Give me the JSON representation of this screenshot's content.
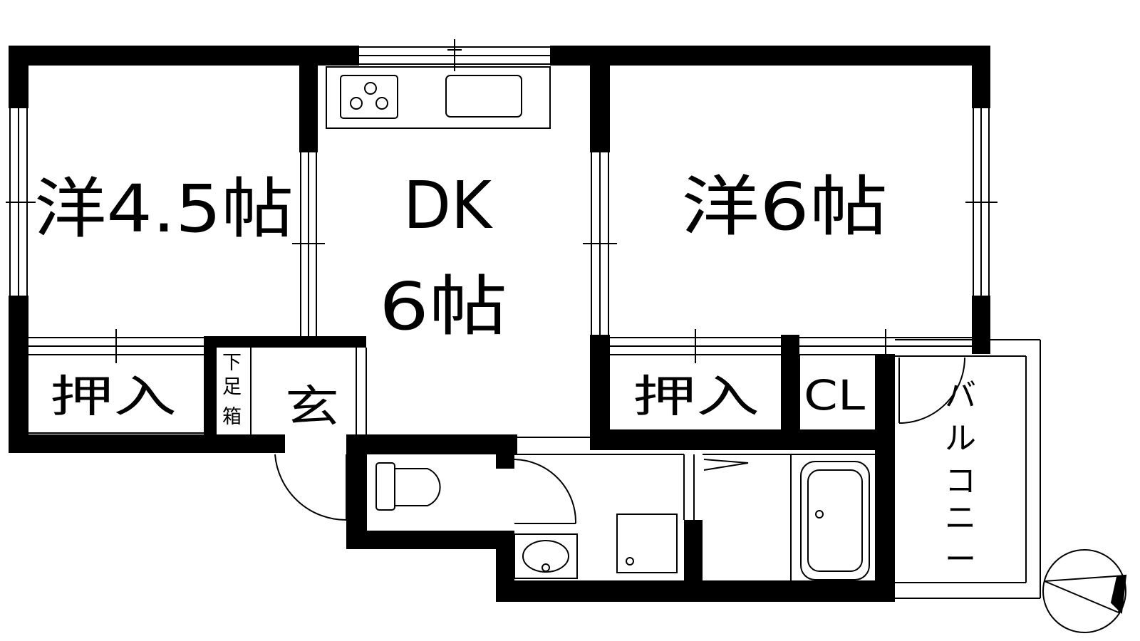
{
  "rooms": {
    "western_small": "洋4.5帖",
    "dk_line1": "DK",
    "dk_line2": "6帖",
    "western_large": "洋6帖",
    "closet_left": "押入",
    "closet_right": "押入",
    "cl": "CL",
    "entrance": "玄",
    "shoe_box": [
      "下",
      "足",
      "箱"
    ],
    "balcony": [
      "バ",
      "ル",
      "コ",
      "ニ",
      "ー"
    ]
  },
  "icons": {
    "stove": "gas-stove-icon",
    "sink": "kitchen-sink-icon",
    "toilet": "toilet-icon",
    "washbasin": "washbasin-icon",
    "washer": "washing-machine-pan-icon",
    "bathtub": "bathtub-icon",
    "compass": "north-compass-icon"
  },
  "colors": {
    "wall": "#000000",
    "background": "#ffffff"
  }
}
